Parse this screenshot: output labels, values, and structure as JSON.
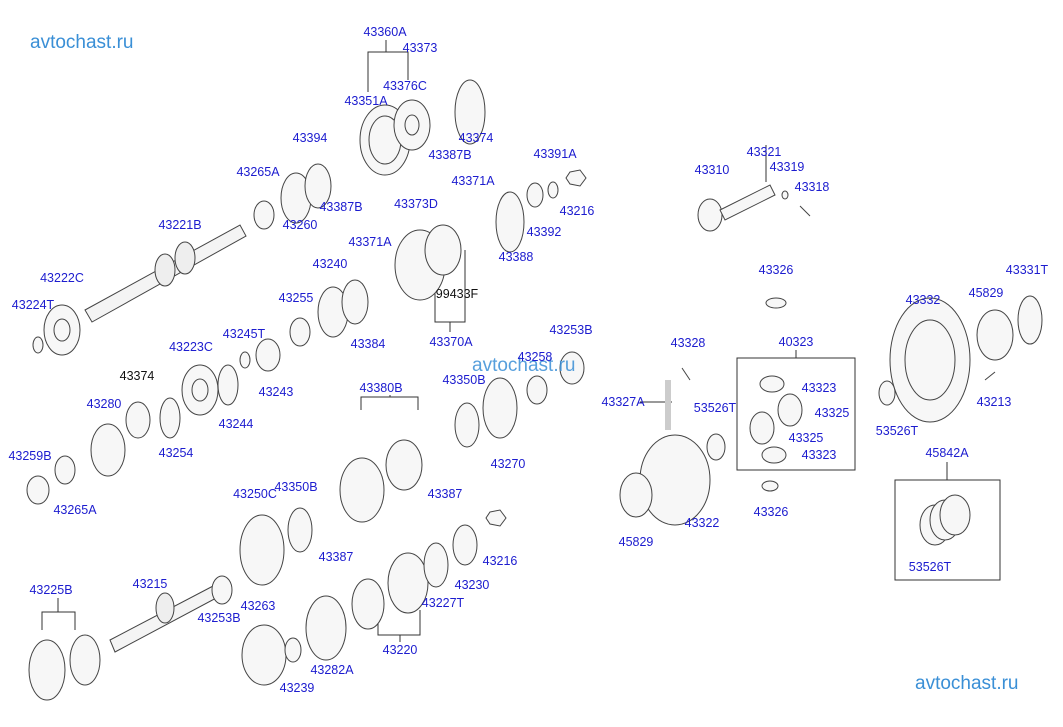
{
  "watermark": "avtochast.ru",
  "labels": [
    "43360A",
    "43373",
    "43376C",
    "43351A",
    "43374",
    "43387B",
    "43394",
    "43265A",
    "43387B",
    "43260",
    "43221B",
    "43222C",
    "43224T",
    "43373D",
    "43371A",
    "43391A",
    "43216",
    "43392",
    "43388",
    "43240",
    "43371A",
    "99433F",
    "43255",
    "43384",
    "43370A",
    "43253B",
    "43258",
    "43245T",
    "43223C",
    "43374",
    "43243",
    "43280",
    "43244",
    "43254",
    "43380B",
    "43350B",
    "43270",
    "43387",
    "43259B",
    "43265A",
    "43250C",
    "43350B",
    "43387",
    "43216",
    "43230",
    "43227T",
    "43215",
    "43225B",
    "43253B",
    "43263",
    "43220",
    "43282A",
    "43239",
    "43310",
    "43321",
    "43319",
    "43318",
    "43326",
    "43328",
    "40323",
    "43327A",
    "53526T",
    "43323",
    "43325",
    "43325",
    "43323",
    "43322",
    "45829",
    "43326",
    "43332",
    "45829",
    "43331T",
    "43213",
    "53526T",
    "45842A",
    "53526T"
  ],
  "colors": {
    "label": "#1c1ccf",
    "watermark": "#3a8fd6",
    "line": "#333333"
  }
}
